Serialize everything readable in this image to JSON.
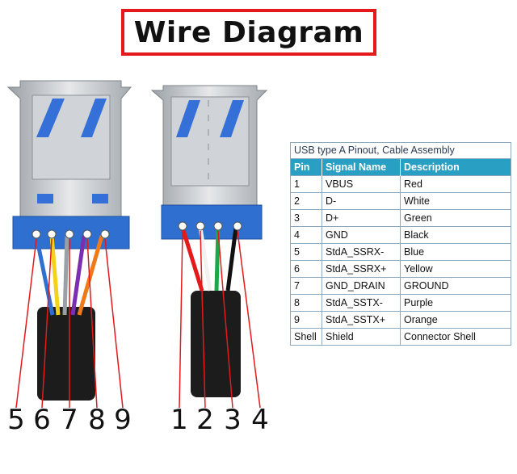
{
  "title": "Wire Diagram",
  "table": {
    "caption": "USB type A Pinout, Cable Assembly",
    "headers": [
      "Pin",
      "Signal Name",
      "Description"
    ],
    "rows": [
      [
        "1",
        "VBUS",
        "Red"
      ],
      [
        "2",
        "D-",
        "White"
      ],
      [
        "3",
        "D+",
        "Green"
      ],
      [
        "4",
        "GND",
        "Black"
      ],
      [
        "5",
        "StdA_SSRX-",
        "Blue"
      ],
      [
        "6",
        "StdA_SSRX+",
        "Yellow"
      ],
      [
        "7",
        "GND_DRAIN",
        "GROUND"
      ],
      [
        "8",
        "StdA_SSTX-",
        "Purple"
      ],
      [
        "9",
        "StdA_SSTX+",
        "Orange"
      ],
      [
        "Shell",
        "Shield",
        "Connector Shell"
      ]
    ]
  },
  "left_numbers": [
    "5",
    "6",
    "7",
    "8",
    "9"
  ],
  "right_numbers": [
    "1",
    "2",
    "3",
    "4"
  ],
  "colors": {
    "title_border": "#e3191c",
    "header_bg": "#2a9fc4",
    "connector_blue": "#2f6fd0",
    "pointer_red": "#e3191c"
  }
}
